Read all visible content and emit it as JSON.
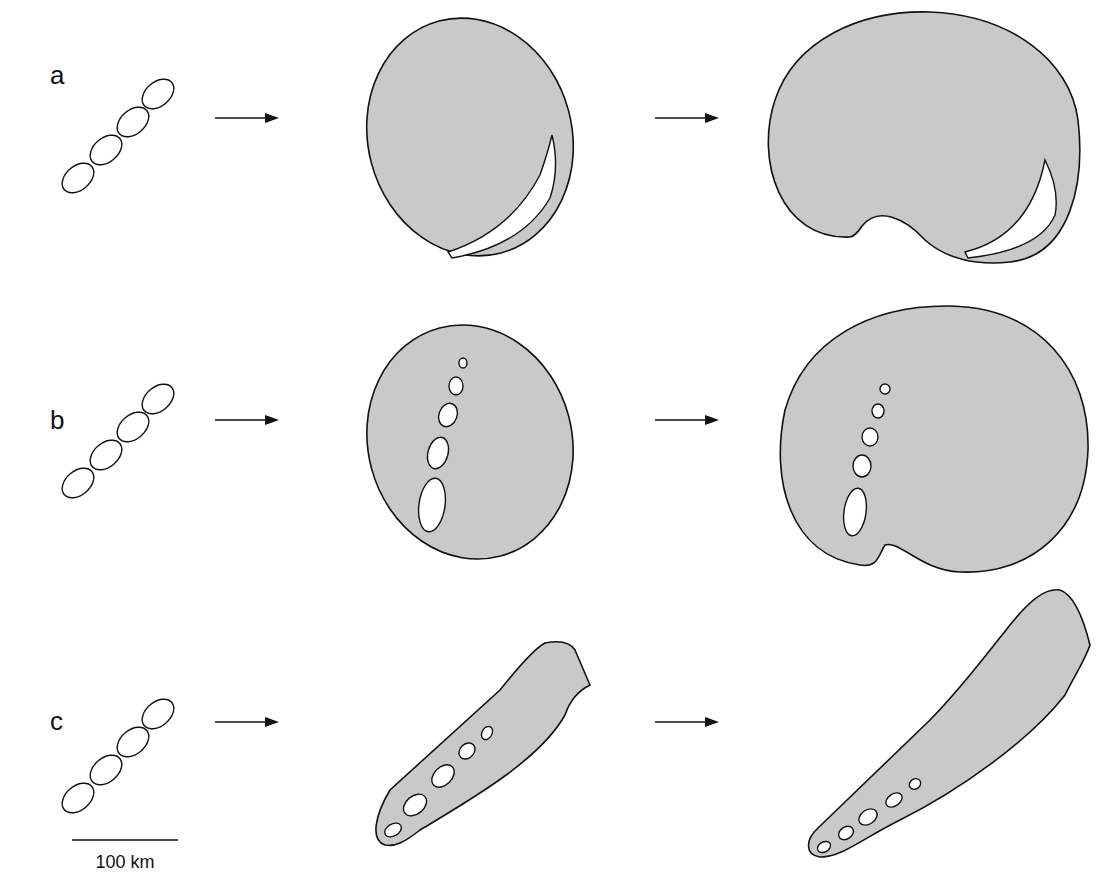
{
  "diagram": {
    "labels": [
      "a",
      "b",
      "c",
      "100 km"
    ]
  }
}
